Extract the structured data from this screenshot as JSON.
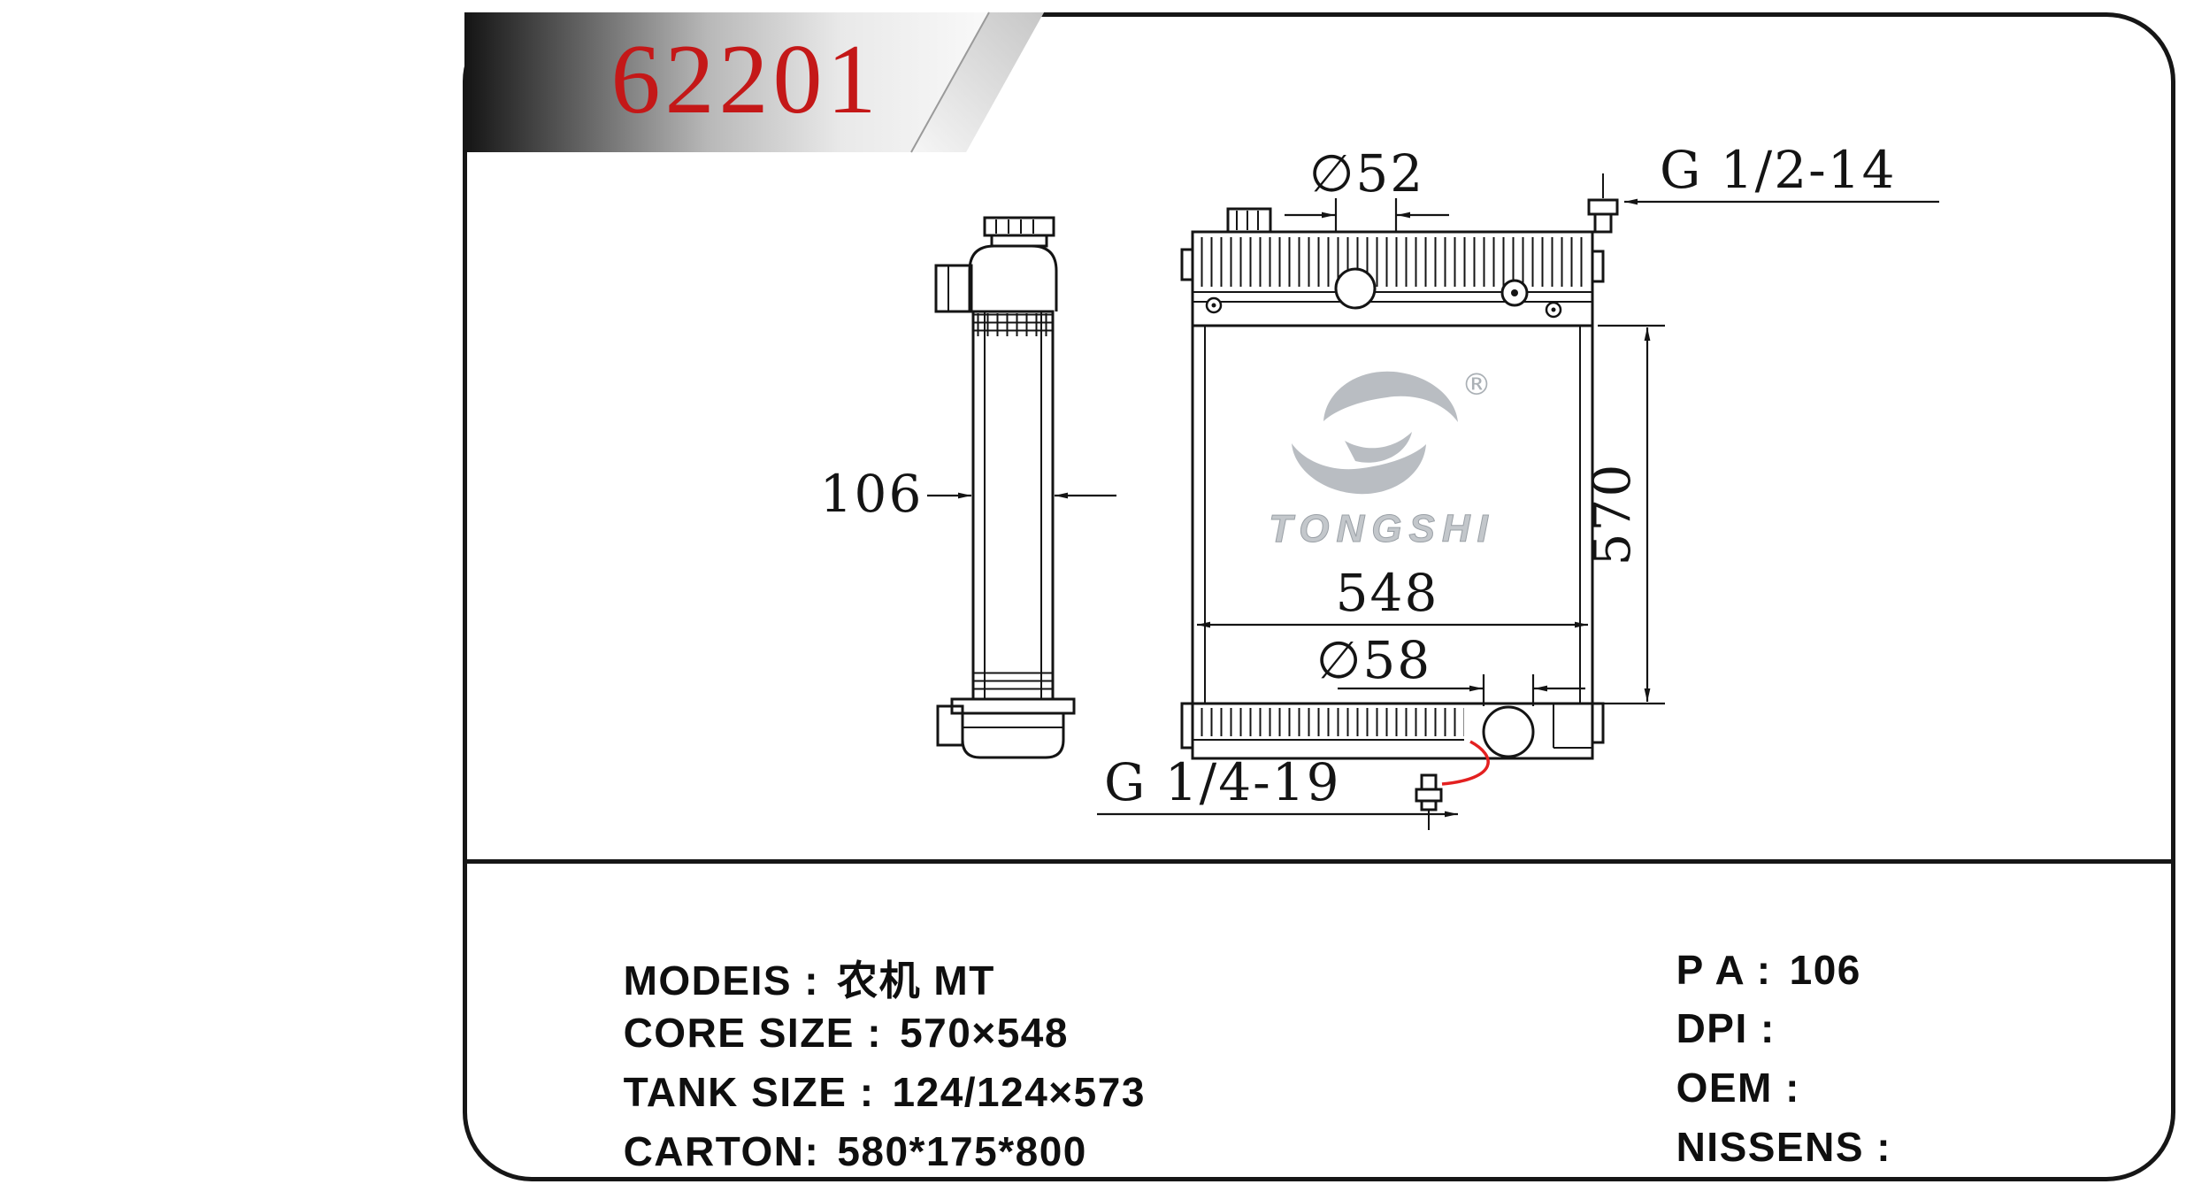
{
  "banner": {
    "part_number": "62201"
  },
  "drawing": {
    "side_view_width_dim": "106",
    "filler_neck_dim": "∅52",
    "inlet_thread_dim": "G 1/2-14",
    "core_height_dim": "570",
    "core_width_dim": "548",
    "outlet_dim": "∅58",
    "drain_thread_dim": "G 1/4-19",
    "logo": {
      "brand": "TONGSHI",
      "registered_mark": "®"
    }
  },
  "specs": {
    "left": [
      {
        "label": "MODEIS :",
        "value": "农机 MT"
      },
      {
        "label": "CORE SIZE :",
        "value": "570×548"
      },
      {
        "label": "TANK SIZE :",
        "value": "124/124×573"
      },
      {
        "label": "CARTON:",
        "value": "580*175*800"
      }
    ],
    "right": [
      {
        "label": "P A :",
        "value": "106"
      },
      {
        "label": "DPI :",
        "value": ""
      },
      {
        "label": "OEM :",
        "value": ""
      },
      {
        "label": "NISSENS :",
        "value": ""
      }
    ]
  },
  "colors": {
    "part_number_red": "#c41818",
    "line_black": "#141414",
    "logo_gray": "#b9bdc2",
    "leader_red": "#e32020"
  }
}
